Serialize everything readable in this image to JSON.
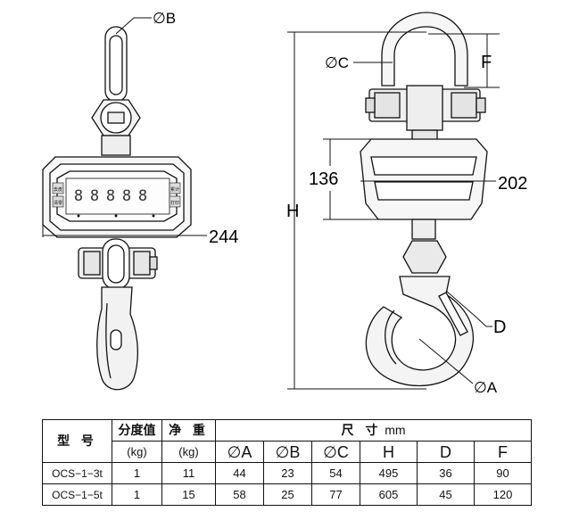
{
  "diagram": {
    "labels": {
      "dia_b": "∅B",
      "dia_c": "∅C",
      "dia_a": "∅A",
      "f": "F",
      "h": "H",
      "d": "D",
      "dim_136": "136",
      "dim_202": "202",
      "dim_244": "244"
    },
    "display_buttons": [
      "去皮",
      "清零",
      "累计",
      "打印"
    ],
    "display_digits": [
      "8",
      "8",
      "8",
      "8",
      "8"
    ]
  },
  "table": {
    "header": {
      "model": "型 号",
      "division": "分度值",
      "net_weight": "净 重",
      "dimensions": "尺 寸",
      "dimensions_unit": "mm",
      "division_unit": "(kg)",
      "net_weight_unit": "(kg)",
      "col_a": "∅A",
      "col_b": "∅B",
      "col_c": "∅C",
      "col_h": "H",
      "col_d": "D",
      "col_f": "F"
    },
    "rows": [
      {
        "model": "OCS−1−3t",
        "division": "1",
        "net_weight": "11",
        "a": "44",
        "b": "23",
        "c": "54",
        "h": "495",
        "d": "36",
        "f": "90"
      },
      {
        "model": "OCS−1−5t",
        "division": "1",
        "net_weight": "15",
        "a": "58",
        "b": "25",
        "c": "77",
        "h": "605",
        "d": "45",
        "f": "120"
      }
    ]
  }
}
